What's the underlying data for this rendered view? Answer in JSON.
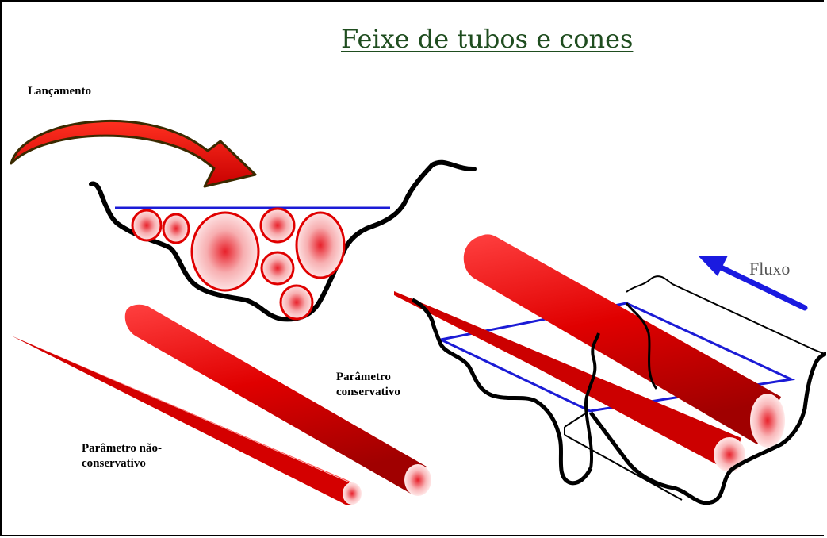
{
  "title": "Feixe de tubos e cones",
  "labels": {
    "release": "Lançamento",
    "conservative_line1": "Parâmetro",
    "conservative_line2": "conservativo",
    "nonconservative_line1": "Parâmetro não-",
    "nonconservative_line2": "conservativo",
    "flow": "Fluxo"
  },
  "colors": {
    "tube_red": "#e00000",
    "water_line": "#1b1bd6",
    "arrow_blue": "#1a1ae0",
    "title_green": "#1f4d1f"
  }
}
